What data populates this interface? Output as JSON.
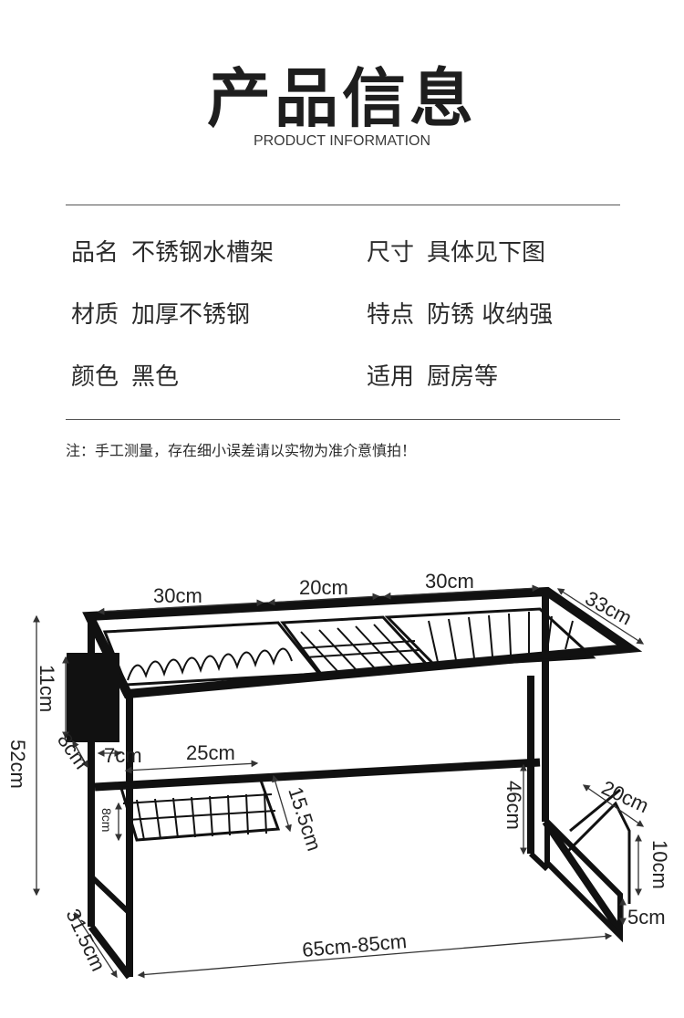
{
  "header": {
    "title": "产品信息",
    "subtitle": "PRODUCT INFORMATION"
  },
  "specs": [
    {
      "key": "品名",
      "value": "不锈钢水槽架"
    },
    {
      "key": "尺寸",
      "value": "具体见下图"
    },
    {
      "key": "材质",
      "value": "加厚不锈钢"
    },
    {
      "key": "特点",
      "value": "防锈 收纳强"
    },
    {
      "key": "颜色",
      "value": "黑色"
    },
    {
      "key": "适用",
      "value": "厨房等"
    }
  ],
  "note": "注：手工测量，存在细小误差请以实物为准介意慎拍！",
  "dimensions": {
    "top_left_basket": "30cm",
    "top_middle_basket": "20cm",
    "top_right_basket": "30cm",
    "depth_top": "33cm",
    "utensil_cup_height": "11cm",
    "utensil_cup_width": "8cm",
    "total_height": "52cm",
    "lower_basket_offset": "7cm",
    "lower_basket_length": "25cm",
    "lower_basket_depth": "15.5cm",
    "lower_basket_height": "8cm",
    "clearance_height": "46cm",
    "board_holder_length": "20cm",
    "board_holder_height": "10cm",
    "board_holder_gap": "5cm",
    "base_depth": "31.5cm",
    "width_range": "65cm-85cm"
  }
}
